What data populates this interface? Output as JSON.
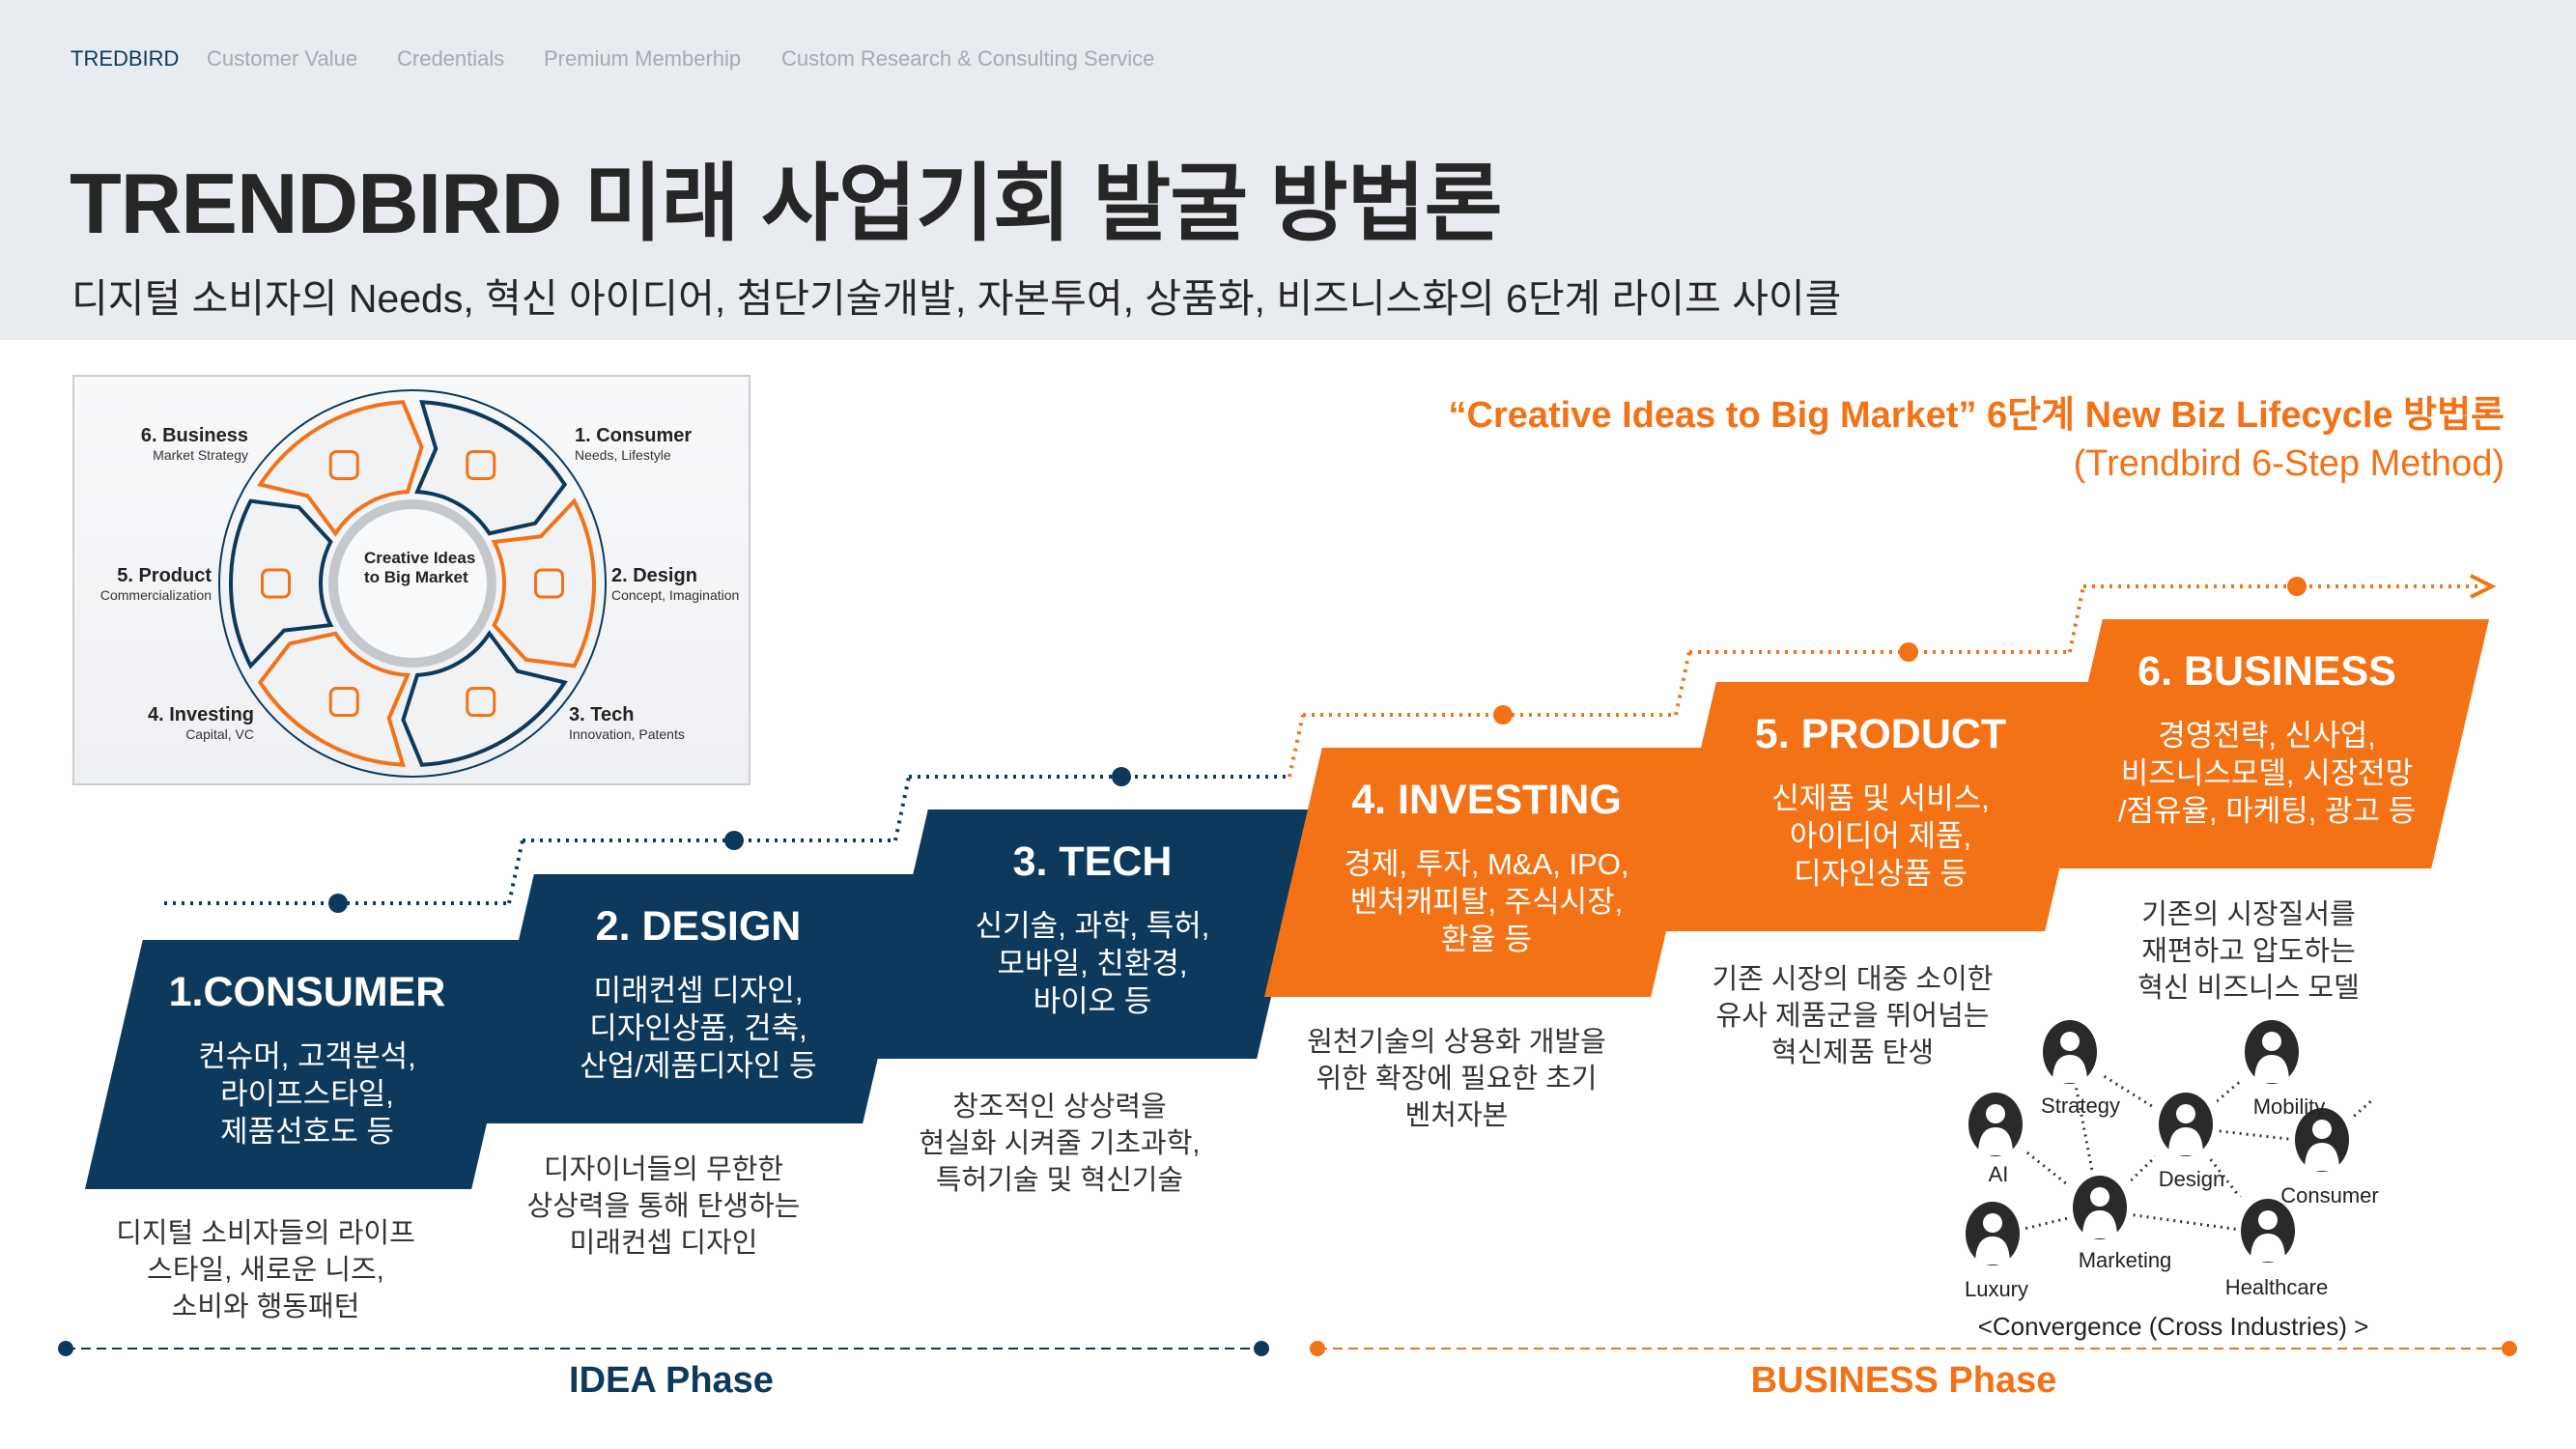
{
  "nav": {
    "items": [
      "TREDBIRD",
      "Customer Value",
      "Credentials",
      "Premium Memberhip",
      "Custom Research & Consulting Service"
    ]
  },
  "header": {
    "title": "TRENDBIRD 미래 사업기회 발굴 방법론",
    "subtitle": "디지털 소비자의 Needs, 혁신 아이디어, 첨단기술개발, 자본투여, 상품화, 비즈니스화의 6단계 라이프 사이클"
  },
  "cycle": {
    "center": [
      "Creative Ideas",
      "to Big Market"
    ],
    "stages": [
      {
        "title": "1. Consumer",
        "sub": "Needs, Lifestyle"
      },
      {
        "title": "2. Design",
        "sub": "Concept, Imagination"
      },
      {
        "title": "3. Tech",
        "sub": "Innovation, Patents"
      },
      {
        "title": "4. Investing",
        "sub": "Capital, VC"
      },
      {
        "title": "5. Product",
        "sub": "Commercialization"
      },
      {
        "title": "6. Business",
        "sub": "Market Strategy"
      }
    ]
  },
  "tagline": {
    "line1": "“Creative Ideas to Big Market” 6단계 New Biz Lifecycle 방법론",
    "line2": "(Trendbird 6-Step Method)"
  },
  "steps": [
    {
      "title": "1.CONSUMER",
      "body": [
        "컨슈머, 고객분석,",
        "라이프스타일,",
        "제품선호도 등"
      ],
      "desc": [
        "디지털 소비자들의 라이프",
        "스타일, 새로운 니즈,",
        "소비와 행동패턴"
      ]
    },
    {
      "title": "2. DESIGN",
      "body": [
        "미래컨셉 디자인,",
        "디자인상품, 건축,",
        "산업/제품디자인 등"
      ],
      "desc": [
        "디자이너들의 무한한",
        "상상력을 통해 탄생하는",
        "미래컨셉 디자인"
      ]
    },
    {
      "title": "3. TECH",
      "body": [
        "신기술, 과학, 특허,",
        "모바일, 친환경,",
        "바이오 등"
      ],
      "desc": [
        "창조적인 상상력을",
        "현실화 시켜줄 기초과학,",
        "특허기술 및 혁신기술"
      ]
    },
    {
      "title": "4. INVESTING",
      "body": [
        "경제, 투자, M&A, IPO,",
        "벤처캐피탈, 주식시장,",
        "환율 등"
      ],
      "desc": [
        "원천기술의 상용화 개발을",
        "위한 확장에 필요한 초기",
        "벤처자본"
      ]
    },
    {
      "title": "5. PRODUCT",
      "body": [
        "신제품 및 서비스,",
        "아이디어 제품,",
        "디자인상품 등"
      ],
      "desc": [
        "기존 시장의 대중 소이한",
        "유사 제품군을 뛰어넘는",
        "혁신제품 탄생"
      ]
    },
    {
      "title": "6. BUSINESS",
      "body": [
        "경영전략, 신사업,",
        "비즈니스모델, 시장전망",
        "/점유율, 마케팅, 광고 등"
      ],
      "desc": [
        "기존의 시장질서를",
        "재편하고 압도하는",
        "혁신 비즈니스 모델"
      ]
    }
  ],
  "network": {
    "nodes": [
      "Strategy",
      "AI",
      "Design",
      "Mobility",
      "Consumer",
      "Marketing",
      "Luxury",
      "Healthcare"
    ],
    "caption": "<Convergence (Cross Industries) >"
  },
  "phases": {
    "idea": "IDEA Phase",
    "business": "BUSINESS Phase"
  },
  "colors": {
    "navy": "#0d3a5c",
    "orange": "#f47216"
  }
}
